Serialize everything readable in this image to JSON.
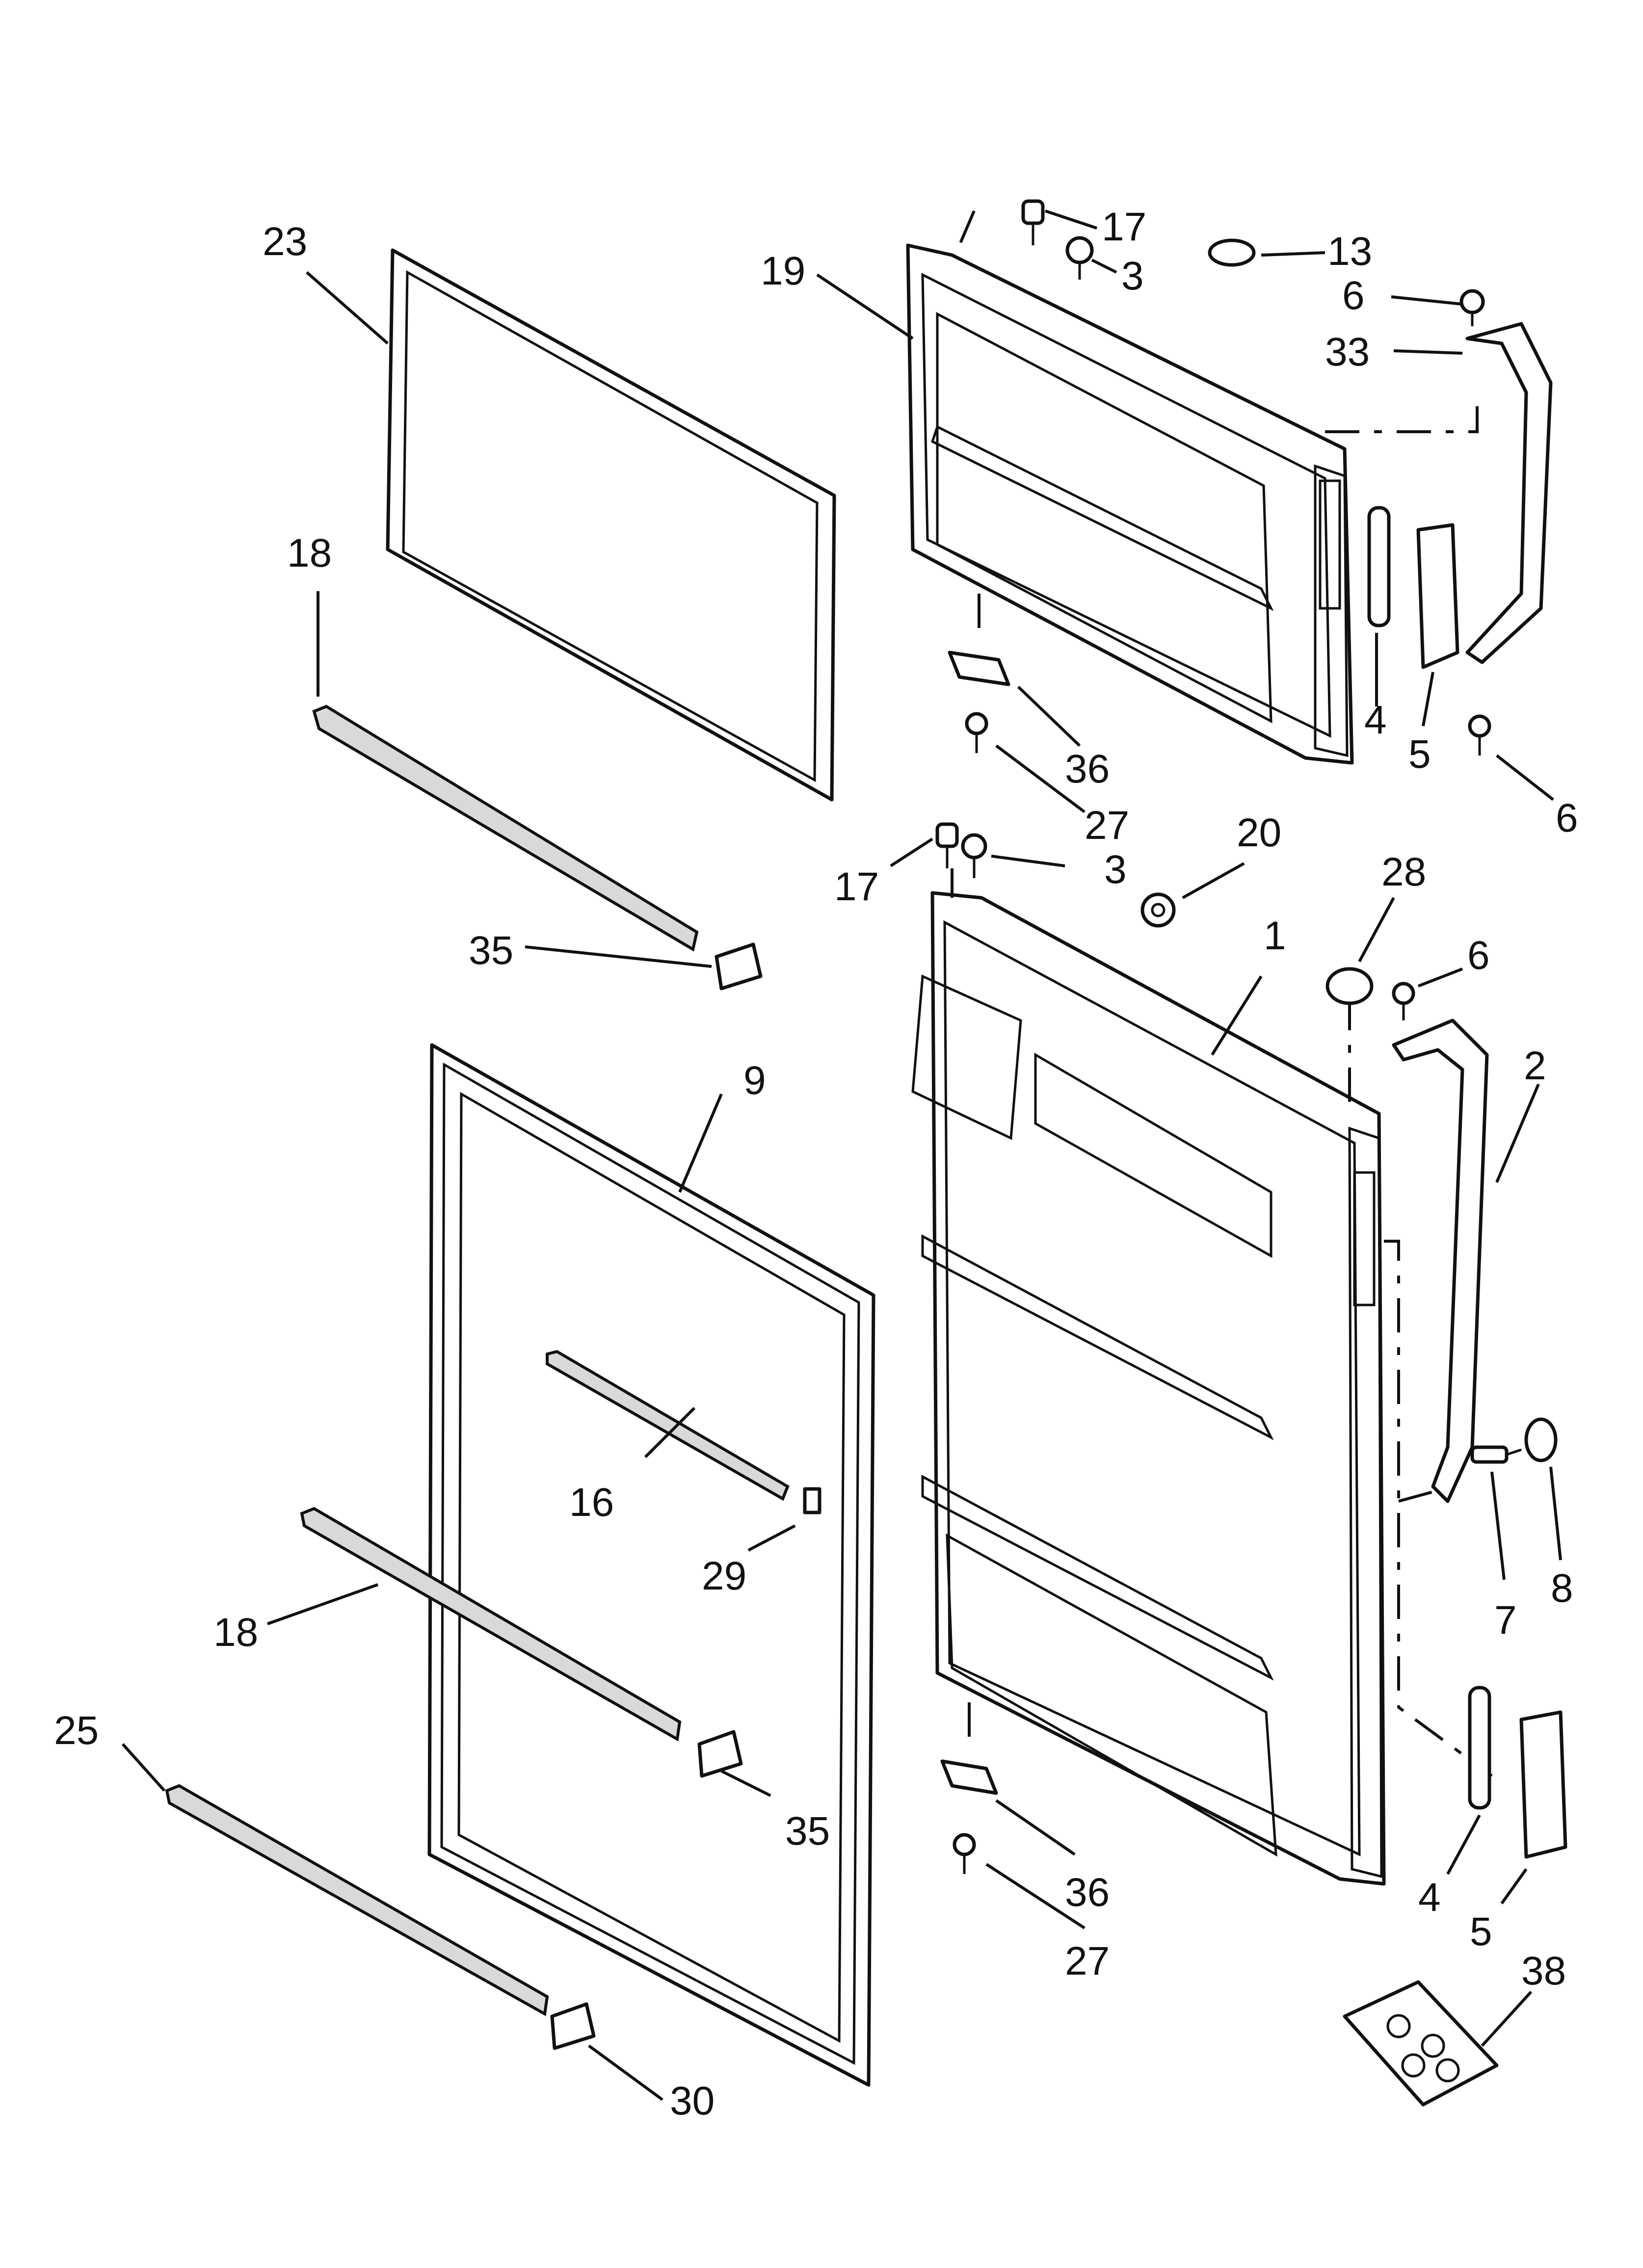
{
  "callouts": {
    "c23": "23",
    "c18a": "18",
    "c35a": "35",
    "c9": "9",
    "c16": "16",
    "c29": "29",
    "c18b": "18",
    "c25": "25",
    "c35b": "35",
    "c30": "30",
    "c19": "19",
    "c17a": "17",
    "c3a": "3",
    "c13": "13",
    "c6a": "6",
    "c33": "33",
    "c4a": "4",
    "c5a": "5",
    "c6b": "6",
    "c36a": "36",
    "c27a": "27",
    "c17b": "17",
    "c3b": "3",
    "c20": "20",
    "c28": "28",
    "c1": "1",
    "c6c": "6",
    "c2": "2",
    "c7": "7",
    "c8": "8",
    "c36b": "36",
    "c27b": "27",
    "c4b": "4",
    "c5b": "5",
    "c38": "38"
  }
}
